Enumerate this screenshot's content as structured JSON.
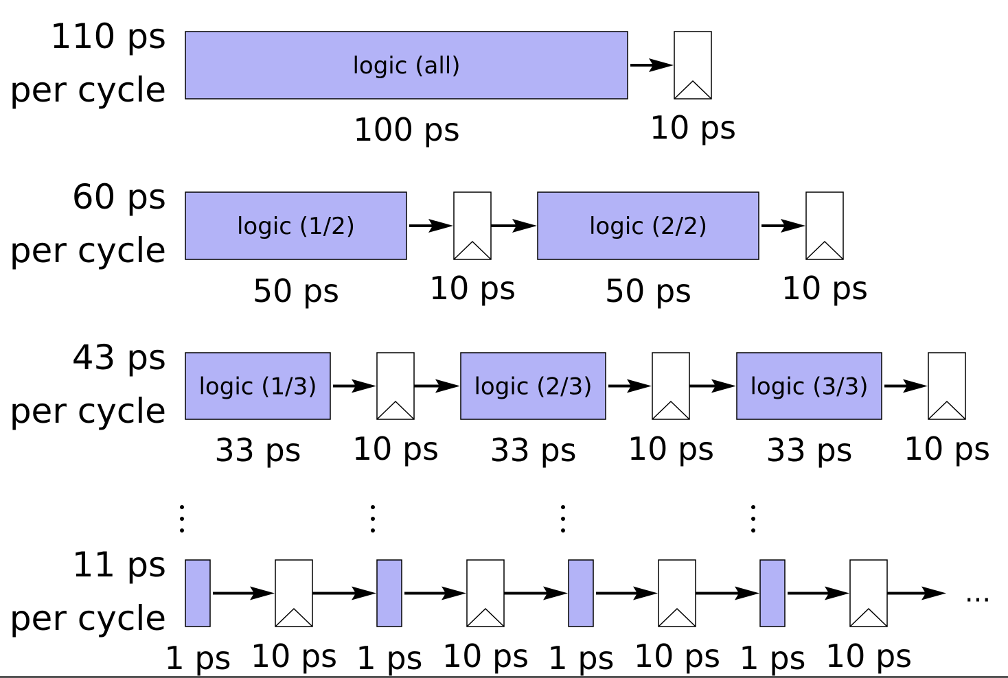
{
  "colors": {
    "logic_fill": "#b3b3f7",
    "stroke": "#000000",
    "register_fill": "#ffffff"
  },
  "rows": [
    {
      "cycle_time": "110 ps",
      "cycle_unit": "per cycle",
      "stages": [
        {
          "logic_label": "logic (all)",
          "logic_delay": "100 ps",
          "register_delay": "10 ps"
        }
      ]
    },
    {
      "cycle_time": "60 ps",
      "cycle_unit": "per cycle",
      "stages": [
        {
          "logic_label": "logic (1/2)",
          "logic_delay": "50 ps",
          "register_delay": "10 ps"
        },
        {
          "logic_label": "logic (2/2)",
          "logic_delay": "50 ps",
          "register_delay": "10 ps"
        }
      ]
    },
    {
      "cycle_time": "43 ps",
      "cycle_unit": "per cycle",
      "stages": [
        {
          "logic_label": "logic (1/3)",
          "logic_delay": "33 ps",
          "register_delay": "10 ps"
        },
        {
          "logic_label": "logic (2/3)",
          "logic_delay": "33 ps",
          "register_delay": "10 ps"
        },
        {
          "logic_label": "logic (3/3)",
          "logic_delay": "33 ps",
          "register_delay": "10 ps"
        }
      ]
    },
    {
      "cycle_time": "11 ps",
      "cycle_unit": "per cycle",
      "stages": [
        {
          "logic_label": "",
          "logic_delay": "1 ps",
          "register_delay": "10 ps"
        },
        {
          "logic_label": "",
          "logic_delay": "1 ps",
          "register_delay": "10 ps"
        },
        {
          "logic_label": "",
          "logic_delay": "1 ps",
          "register_delay": "10 ps"
        },
        {
          "logic_label": "",
          "logic_delay": "1 ps",
          "register_delay": "10 ps"
        }
      ],
      "continuation": "..."
    }
  ]
}
